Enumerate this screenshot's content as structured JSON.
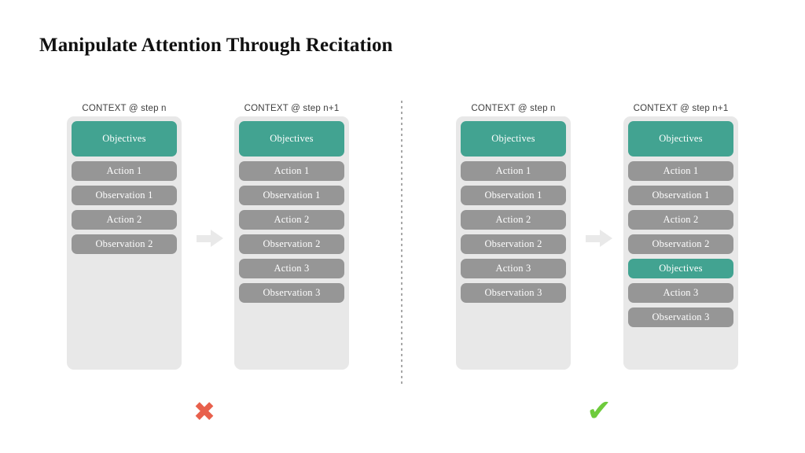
{
  "title": "Manipulate Attention Through Recitation",
  "colors": {
    "objective": "#42a391",
    "item": "#969696",
    "container": "#e8e8e8",
    "arrow": "#e9e9e9",
    "cross": "#e8604c",
    "check": "#6ecb3c",
    "divider": "#a8a8a8",
    "title": "#111111"
  },
  "labels": {
    "objectives": "Objectives",
    "action1": "Action 1",
    "observation1": "Observation 1",
    "action2": "Action 2",
    "observation2": "Observation 2",
    "action3": "Action 3",
    "observation3": "Observation 3"
  },
  "left_panel": {
    "verdict_icon": "cross-mark-icon",
    "verdict_symbol": "✖",
    "arrow_icon": "arrow-right-icon",
    "columns": [
      {
        "header": "CONTEXT @ step n",
        "items": [
          {
            "label": "Objectives",
            "kind": "objective",
            "tall": true
          },
          {
            "label": "Action 1",
            "kind": "item",
            "tall": false
          },
          {
            "label": "Observation 1",
            "kind": "item",
            "tall": false
          },
          {
            "label": "Action 2",
            "kind": "item",
            "tall": false
          },
          {
            "label": "Observation 2",
            "kind": "item",
            "tall": false
          }
        ]
      },
      {
        "header": "CONTEXT @ step n+1",
        "items": [
          {
            "label": "Objectives",
            "kind": "objective",
            "tall": true
          },
          {
            "label": "Action 1",
            "kind": "item",
            "tall": false
          },
          {
            "label": "Observation 1",
            "kind": "item",
            "tall": false
          },
          {
            "label": "Action 2",
            "kind": "item",
            "tall": false
          },
          {
            "label": "Observation 2",
            "kind": "item",
            "tall": false
          },
          {
            "label": "Action 3",
            "kind": "item",
            "tall": false
          },
          {
            "label": "Observation 3",
            "kind": "item",
            "tall": false
          }
        ]
      }
    ]
  },
  "right_panel": {
    "verdict_icon": "check-mark-icon",
    "verdict_symbol": "✔",
    "arrow_icon": "arrow-right-icon",
    "columns": [
      {
        "header": "CONTEXT @ step n",
        "items": [
          {
            "label": "Objectives",
            "kind": "objective",
            "tall": true
          },
          {
            "label": "Action 1",
            "kind": "item",
            "tall": false
          },
          {
            "label": "Observation 1",
            "kind": "item",
            "tall": false
          },
          {
            "label": "Action 2",
            "kind": "item",
            "tall": false
          },
          {
            "label": "Observation 2",
            "kind": "item",
            "tall": false
          },
          {
            "label": "Action 3",
            "kind": "item",
            "tall": false
          },
          {
            "label": "Observation 3",
            "kind": "item",
            "tall": false
          }
        ]
      },
      {
        "header": "CONTEXT @ step n+1",
        "items": [
          {
            "label": "Objectives",
            "kind": "objective",
            "tall": true
          },
          {
            "label": "Action 1",
            "kind": "item",
            "tall": false
          },
          {
            "label": "Observation 1",
            "kind": "item",
            "tall": false
          },
          {
            "label": "Action 2",
            "kind": "item",
            "tall": false
          },
          {
            "label": "Observation 2",
            "kind": "item",
            "tall": false
          },
          {
            "label": "Objectives",
            "kind": "objective",
            "tall": false
          },
          {
            "label": "Action 3",
            "kind": "item",
            "tall": false
          },
          {
            "label": "Observation 3",
            "kind": "item",
            "tall": false
          }
        ]
      }
    ]
  }
}
